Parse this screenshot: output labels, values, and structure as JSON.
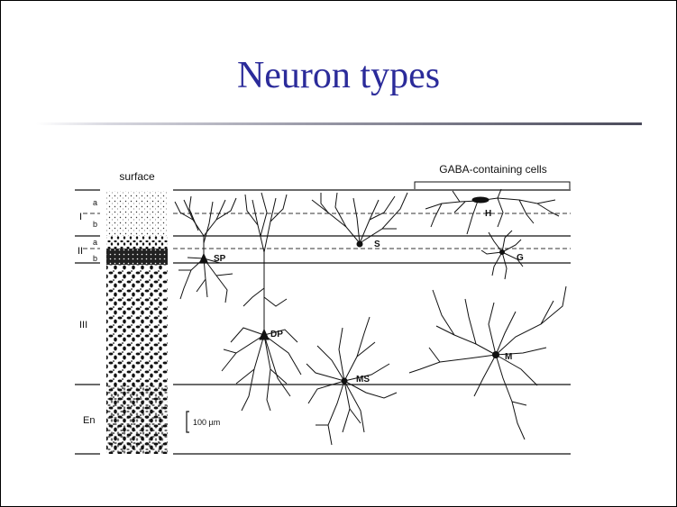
{
  "slide": {
    "title": "Neuron types"
  },
  "figure": {
    "column_header": "surface",
    "group_header": "GABA-containing cells",
    "layers": [
      {
        "label": "I",
        "sublayers": [
          "a",
          "b"
        ]
      },
      {
        "label": "II",
        "sublayers": [
          "a",
          "b"
        ]
      },
      {
        "label": "III",
        "sublayers": []
      },
      {
        "label": "En",
        "sublayers": []
      }
    ],
    "cell_labels": {
      "sp": "SP",
      "dp": "DP",
      "s": "S",
      "ms": "MS",
      "h": "H",
      "g": "G",
      "m": "M"
    },
    "scale_bar": "100 µm"
  }
}
